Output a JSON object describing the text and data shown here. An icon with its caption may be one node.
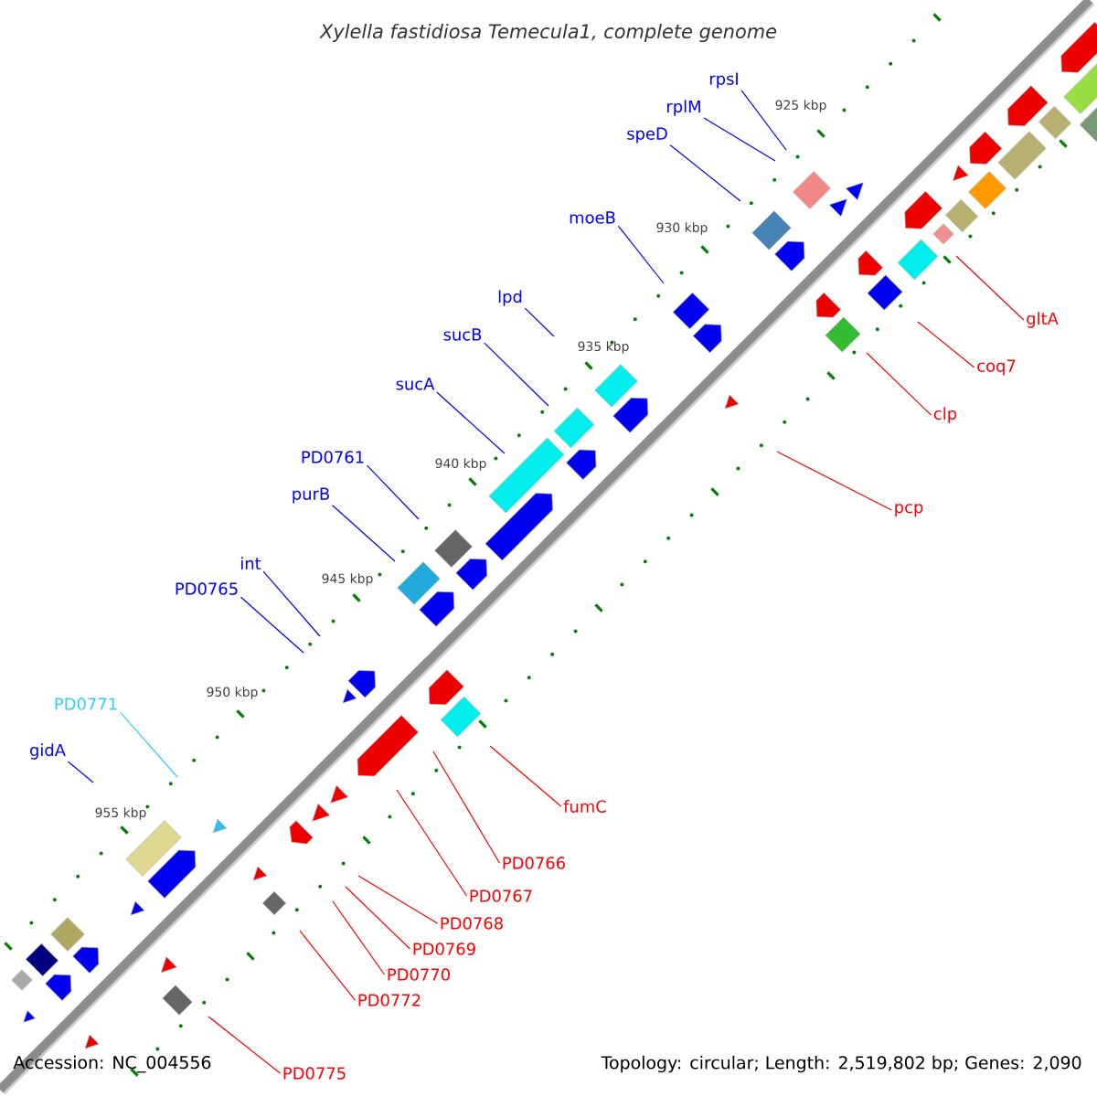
{
  "diagram": {
    "title": "Xylella fastidiosa Temecula1, complete genome",
    "nodes": [
      {
        "text": [
          "rpsI"
        ]
      },
      {
        "text": [
          "rplM"
        ]
      },
      {
        "text": [
          "speD"
        ]
      },
      {
        "text": [
          "moeB"
        ]
      },
      {
        "text": [
          "lpd"
        ]
      },
      {
        "text": [
          "gltA"
        ]
      },
      {
        "text": [
          "sucB"
        ]
      },
      {
        "text": [
          "coq7"
        ]
      },
      {
        "text": [
          "sucA"
        ]
      },
      {
        "text": [
          "clp"
        ]
      },
      {
        "text": [
          "PD0761"
        ]
      },
      {
        "text": [
          "purB"
        ]
      },
      {
        "text": [
          "pcp"
        ]
      },
      {
        "text": [
          "int"
        ]
      },
      {
        "text": [
          "PD0765"
        ]
      },
      {
        "text": [
          "PD0771"
        ]
      },
      {
        "text": [
          "gidA"
        ]
      },
      {
        "text": [
          "fumC"
        ]
      },
      {
        "text": [
          "PD0766"
        ]
      },
      {
        "text": [
          "PD0767"
        ]
      },
      {
        "text": [
          "PD0768"
        ]
      },
      {
        "text": [
          "PD0769"
        ]
      },
      {
        "text": [
          "PD0770"
        ]
      },
      {
        "text": [
          "PD0772"
        ]
      },
      {
        "text": [
          "PD0775"
        ]
      }
    ],
    "edges": [
      {
        "from": 0,
        "to": null,
        "arrow": "none"
      },
      {
        "from": 1,
        "to": null,
        "arrow": "none"
      },
      {
        "from": 2,
        "to": null,
        "arrow": "none"
      },
      {
        "from": 3,
        "to": null,
        "arrow": "none"
      },
      {
        "from": 4,
        "to": null,
        "arrow": "none"
      },
      {
        "from": 5,
        "to": null,
        "arrow": "none",
        "color": "#ff0000"
      },
      {
        "from": 6,
        "to": null,
        "arrow": "none"
      },
      {
        "from": 7,
        "to": null,
        "arrow": "none",
        "color": "#ff0000"
      },
      {
        "from": 8,
        "to": null,
        "arrow": "none"
      },
      {
        "from": 9,
        "to": null,
        "arrow": "none",
        "color": "#ff0000"
      },
      {
        "from": 10,
        "to": null,
        "arrow": "none"
      },
      {
        "from": 11,
        "to": null,
        "arrow": "none"
      },
      {
        "from": 12,
        "to": null,
        "arrow": "none",
        "color": "#ff0000"
      },
      {
        "from": 13,
        "to": null,
        "arrow": "none"
      },
      {
        "from": 14,
        "to": null,
        "arrow": "none"
      },
      {
        "from": 15,
        "to": null,
        "arrow": "none",
        "color": "#33ccff"
      },
      {
        "from": 16,
        "to": null,
        "arrow": "none"
      },
      {
        "from": 17,
        "to": null,
        "arrow": "none",
        "color": "#ff0000"
      },
      {
        "from": 18,
        "to": null,
        "arrow": "none",
        "color": "#ff0000"
      },
      {
        "from": 19,
        "to": null,
        "arrow": "none",
        "color": "#ff0000"
      },
      {
        "from": 20,
        "to": null,
        "arrow": "none",
        "color": "#ff0000"
      },
      {
        "from": 21,
        "to": null,
        "arrow": "none",
        "color": "#ff0000"
      },
      {
        "from": 22,
        "to": null,
        "arrow": "none",
        "color": "#ff0000"
      },
      {
        "from": 23,
        "to": null,
        "arrow": "none",
        "color": "#ff0000"
      },
      {
        "from": 24,
        "to": null,
        "arrow": "none",
        "color": "#ff0000"
      }
    ],
    "labels": [
      "925 kbp",
      "930 kbp",
      "935 kbp",
      "940 kbp",
      "945 kbp",
      "950 kbp",
      "955 kbp",
      "Accession: NC_004556",
      "Topology: circular; Length: 2,519,802 bp; Genes: 2,090"
    ]
  }
}
